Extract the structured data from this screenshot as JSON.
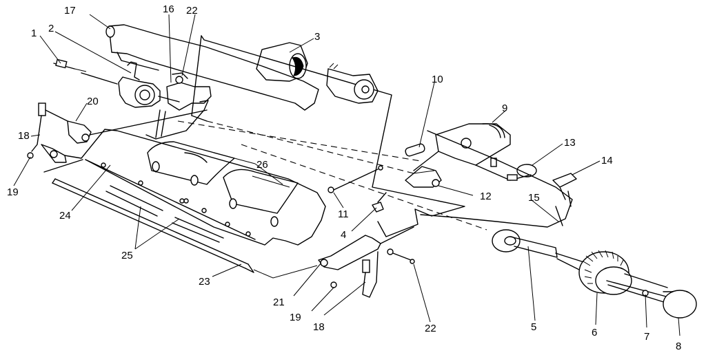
{
  "diagram": {
    "colors": {
      "ink": "#000000",
      "paper": "#ffffff"
    },
    "callouts": [
      {
        "id": "c17",
        "text": "17"
      },
      {
        "id": "c16",
        "text": "16"
      },
      {
        "id": "c22a",
        "text": "22"
      },
      {
        "id": "c1",
        "text": "1"
      },
      {
        "id": "c2",
        "text": "2"
      },
      {
        "id": "c3",
        "text": "3"
      },
      {
        "id": "c10",
        "text": "10"
      },
      {
        "id": "c9",
        "text": "9"
      },
      {
        "id": "c20",
        "text": "20"
      },
      {
        "id": "c18a",
        "text": "18"
      },
      {
        "id": "c19a",
        "text": "19"
      },
      {
        "id": "c13",
        "text": "13"
      },
      {
        "id": "c14",
        "text": "14"
      },
      {
        "id": "c26",
        "text": "26"
      },
      {
        "id": "c12",
        "text": "12"
      },
      {
        "id": "c15",
        "text": "15"
      },
      {
        "id": "c11",
        "text": "11"
      },
      {
        "id": "c24",
        "text": "24"
      },
      {
        "id": "c4",
        "text": "4"
      },
      {
        "id": "c25",
        "text": "25"
      },
      {
        "id": "c23",
        "text": "23"
      },
      {
        "id": "c21",
        "text": "21"
      },
      {
        "id": "c19b",
        "text": "19"
      },
      {
        "id": "c18b",
        "text": "18"
      },
      {
        "id": "c22b",
        "text": "22"
      },
      {
        "id": "c5",
        "text": "5"
      },
      {
        "id": "c6",
        "text": "6"
      },
      {
        "id": "c7",
        "text": "7"
      },
      {
        "id": "c8",
        "text": "8"
      }
    ]
  }
}
